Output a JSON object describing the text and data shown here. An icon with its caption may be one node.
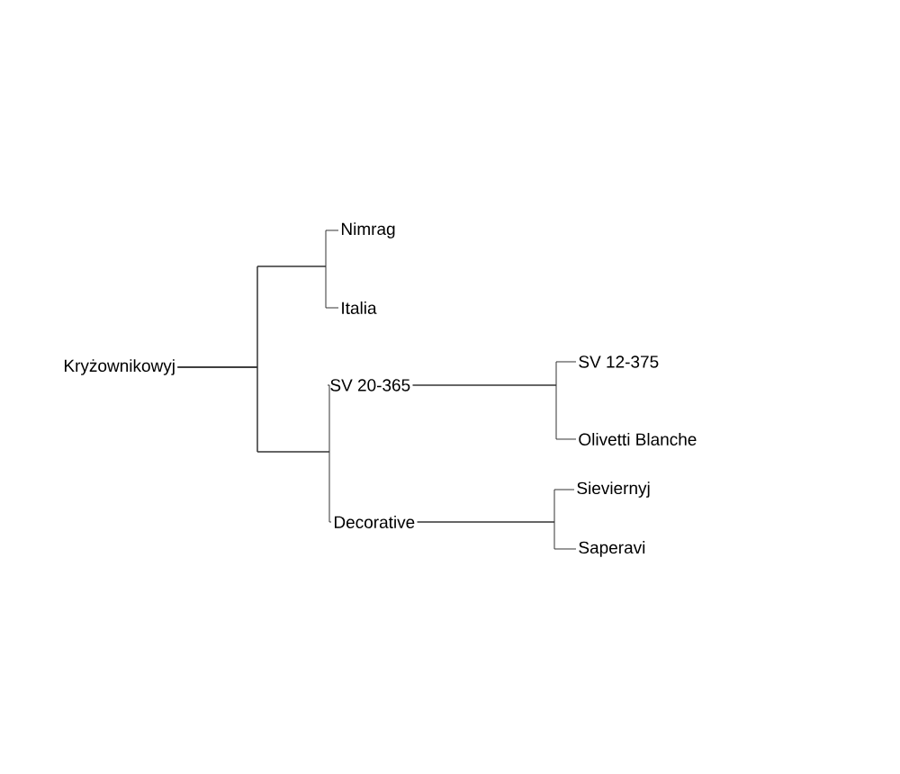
{
  "diagram": {
    "nodes": [
      {
        "text": [
          "Kryżownikowyj"
        ]
      },
      {
        "text": [
          "Nimrag"
        ]
      },
      {
        "text": [
          "Italia"
        ]
      },
      {
        "text": [
          "SV 20-365"
        ]
      },
      {
        "text": [
          "Decorative"
        ]
      },
      {
        "text": [
          "SV 12-375"
        ]
      },
      {
        "text": [
          "Olivetti Blanche"
        ]
      },
      {
        "text": [
          "Sieviernyj"
        ]
      },
      {
        "text": [
          "Saperavi"
        ]
      }
    ],
    "edges": [
      {
        "from": 0,
        "to": 1,
        "arrow": "none"
      },
      {
        "from": 0,
        "to": 2,
        "arrow": "none"
      },
      {
        "from": 0,
        "to": 3,
        "arrow": "none"
      },
      {
        "from": 0,
        "to": 4,
        "arrow": "none"
      },
      {
        "from": 3,
        "to": 5,
        "arrow": "none"
      },
      {
        "from": 3,
        "to": 6,
        "arrow": "none"
      },
      {
        "from": 4,
        "to": 7,
        "arrow": "none"
      },
      {
        "from": 4,
        "to": 8,
        "arrow": "none"
      }
    ]
  }
}
